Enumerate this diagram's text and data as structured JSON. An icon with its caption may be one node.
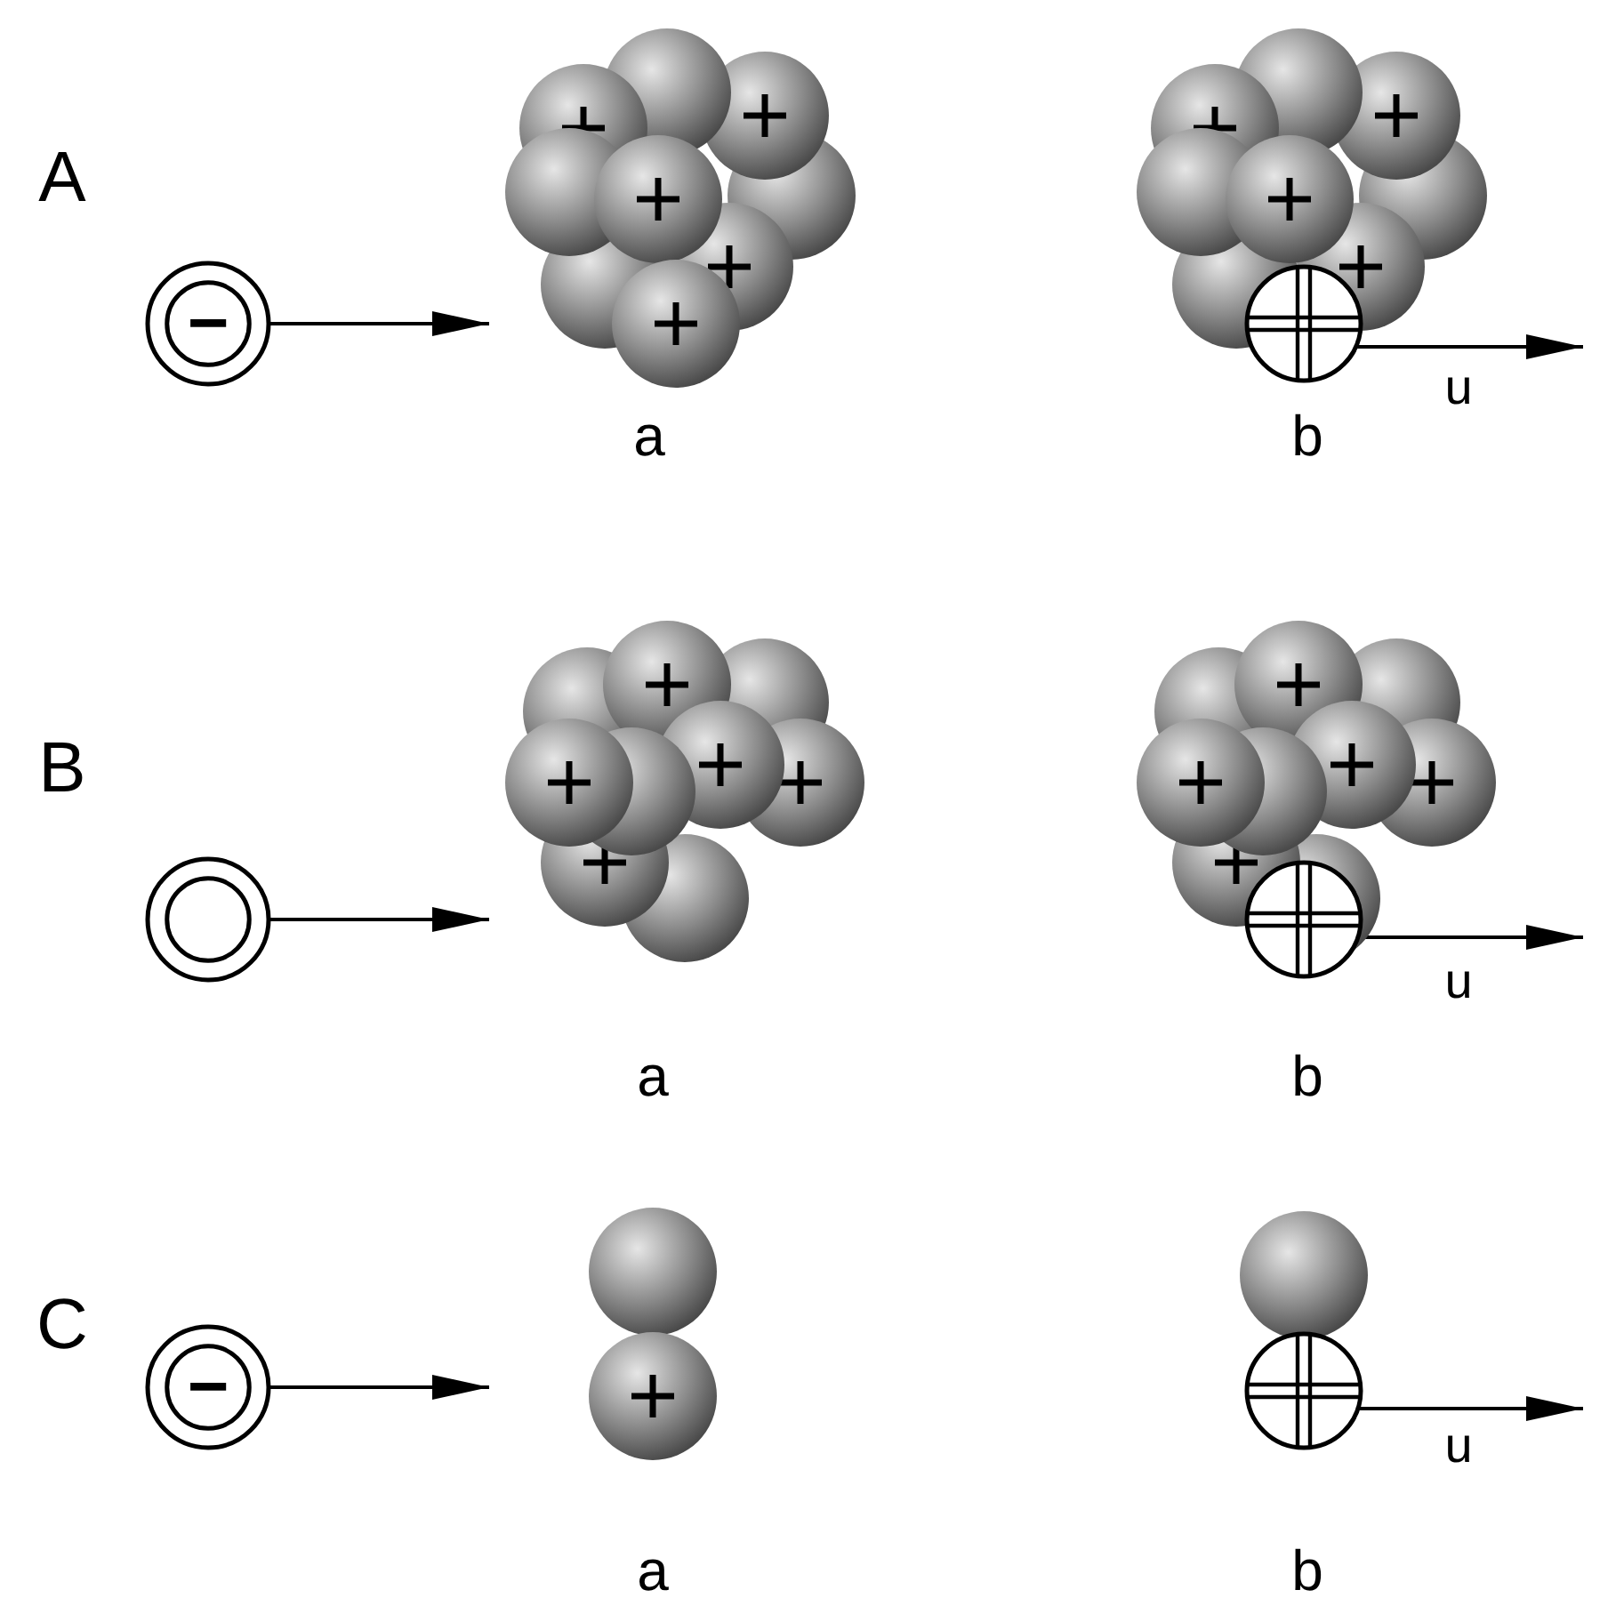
{
  "diagram": {
    "nodes": [
      {
        "text": [
          "−"
        ]
      },
      {
        "text": [],
        "shape": "picture"
      },
      {
        "text": [],
        "shape": "picture"
      },
      {
        "text": [],
        "shape": "circle"
      },
      {
        "text": [],
        "shape": "circle"
      },
      {
        "text": [],
        "shape": "picture"
      },
      {
        "text": [],
        "shape": "picture"
      },
      {
        "text": [],
        "shape": "circle"
      },
      {
        "text": [
          "−"
        ]
      },
      {
        "text": [],
        "shape": "picture"
      },
      {
        "text": [],
        "shape": "picture"
      },
      {
        "text": [],
        "shape": "circle"
      }
    ],
    "edges": [
      {
        "from": 0,
        "to": 1,
        "arrow": "to"
      },
      {
        "from": 3,
        "to": null,
        "arrow": "to",
        "label": "u"
      },
      {
        "from": 4,
        "to": 5,
        "arrow": "to"
      },
      {
        "from": 7,
        "to": null,
        "arrow": "to",
        "label": "u"
      },
      {
        "from": 8,
        "to": 9,
        "arrow": "to"
      },
      {
        "from": 11,
        "to": null,
        "arrow": "to",
        "label": "u"
      }
    ],
    "labels": [
      "A",
      "a",
      "b",
      "B",
      "a",
      "b",
      "C",
      "a",
      "b"
    ]
  }
}
